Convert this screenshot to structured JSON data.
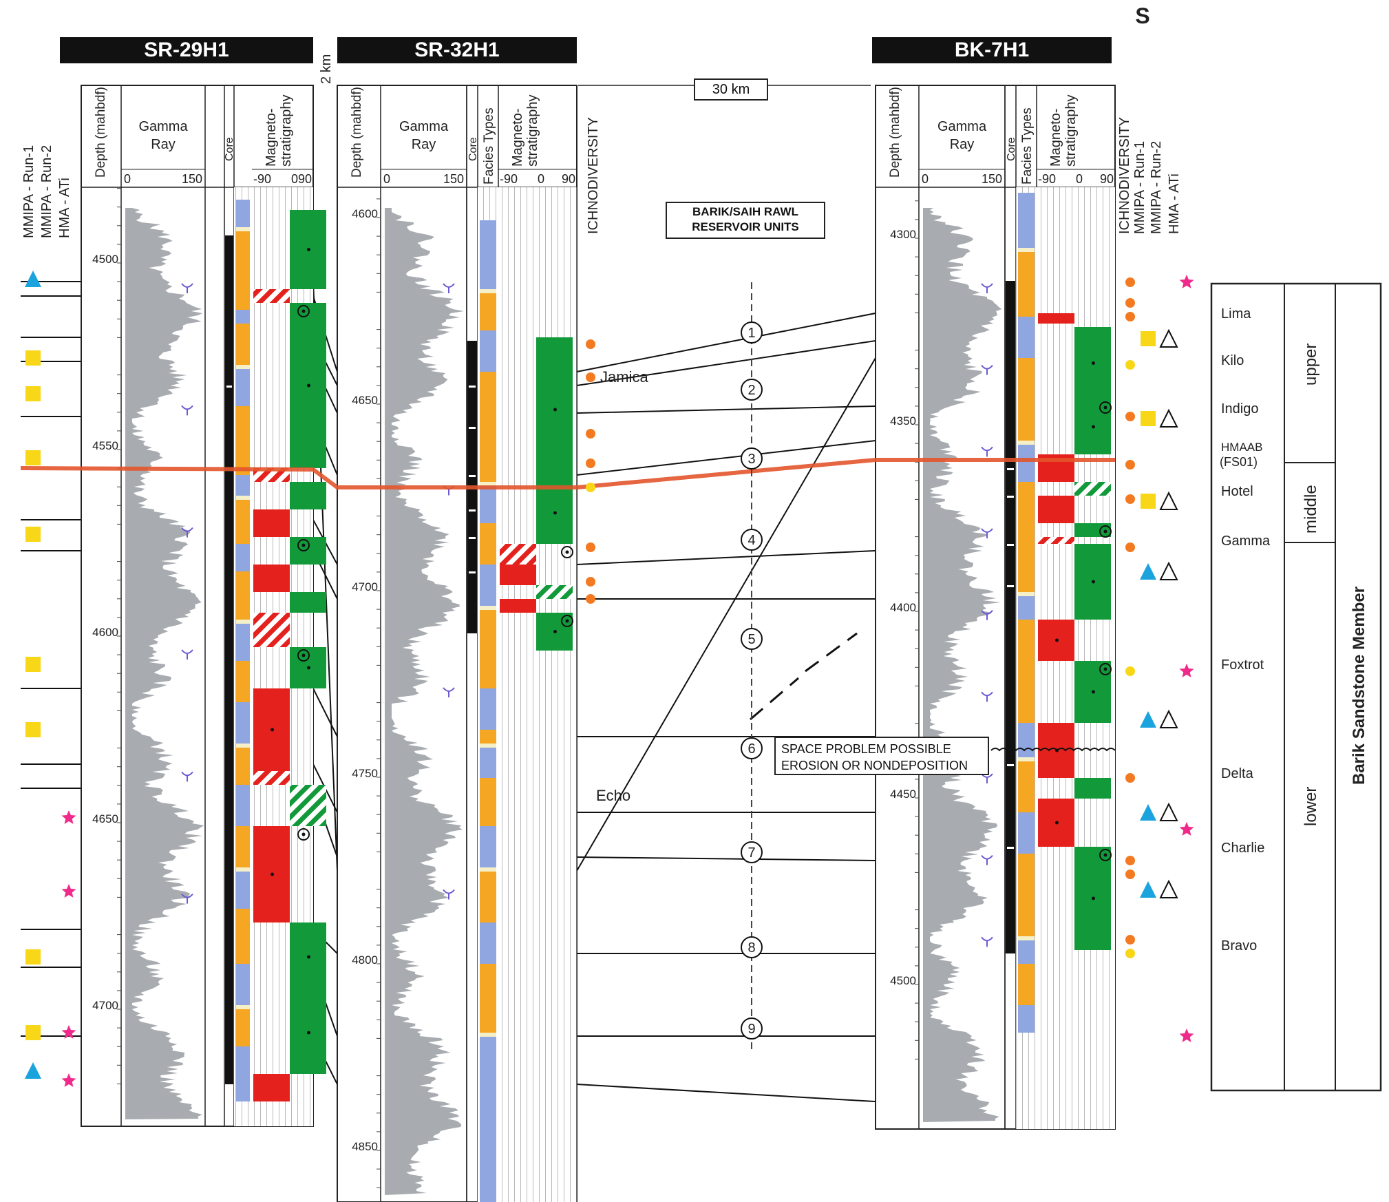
{
  "compass": "S",
  "wells": [
    {
      "id": "sr29",
      "name": "SR-29H1",
      "depths": [
        "4500",
        "4550",
        "4600",
        "4650",
        "4700"
      ]
    },
    {
      "id": "sr32",
      "name": "SR-32H1",
      "depths": [
        "4600",
        "4650",
        "4700",
        "4750",
        "4800",
        "4850"
      ]
    },
    {
      "id": "bk7",
      "name": "BK-7H1",
      "depths": [
        "4300",
        "4350",
        "4400",
        "4450",
        "4500"
      ]
    }
  ],
  "track_headers": {
    "depth": "Depth (mahbdf)",
    "gamma": "Gamma Ray",
    "gamma_min": "0",
    "gamma_max": "150",
    "core": "Core",
    "facies": "Facies Types",
    "magneto": "Magneto- stratigraphy",
    "mag_min": "-90",
    "mag_mid": "0",
    "mag_max": "90",
    "ichno": "ICHNODIVERSITY",
    "run1": "MMIPA - Run-1",
    "run2": "MMIPA - Run-2",
    "hma": "HMA - ATi"
  },
  "scale_2km": "2 km",
  "scale_30km": "30 km",
  "reservoir_title": "BARIK/SAIH RAWL RESERVOIR UNITS",
  "units": [
    "1",
    "2",
    "3",
    "4",
    "5",
    "6",
    "7",
    "8",
    "9"
  ],
  "annotations": {
    "jamica": "Jamica",
    "echo": "Echo"
  },
  "space_problem": "SPACE PROBLEM POSSIBLE EROSION OR NONDEPOSITION",
  "stratigraphy": {
    "member": "Barik Sandstone Member",
    "divisions": [
      "upper",
      "middle",
      "lower"
    ],
    "zones": [
      "Lima",
      "Kilo",
      "Indigo",
      "HMAAB (FS01)",
      "Hotel",
      "Gamma",
      "Foxtrot",
      "Delta",
      "Charlie",
      "Bravo"
    ]
  },
  "colors": {
    "gamma": "#a8acb0",
    "facies_orange": "#f5a623",
    "facies_blue": "#8fa6e0",
    "normal_green": "#129a3a",
    "reverse_red": "#e4211c",
    "fs_line": "#e2552b",
    "ichno_orange": "#f37a21",
    "ichno_yellow": "#f8d618",
    "star_pink": "#ef2a8a",
    "triangle_blue": "#1aa3dd"
  }
}
